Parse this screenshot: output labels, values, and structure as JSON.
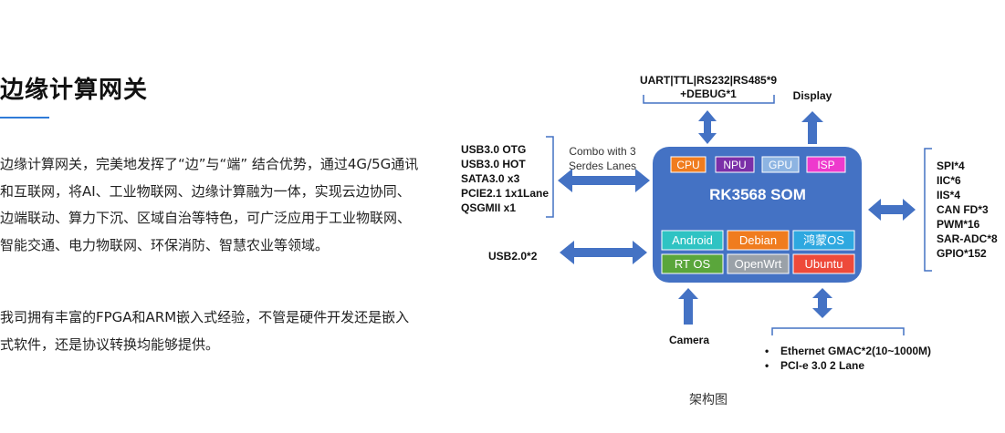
{
  "heading": "边缘计算网关",
  "paragraphs": [
    "边缘计算网关，完美地发挥了“边”与“端” 结合优势，通过4G/5G通讯和互联网，将AI、工业物联网、边缘计算融为一体，实现云边协同、边端联动、算力下沉、区域自治等特色，可广泛应用于工业物联网、智能交通、电力物联网、环保消防、智慧农业等领域。",
    "我司拥有丰富的FPGA和ARM嵌入式经验，不管是硬件开发还是嵌入式软件，还是协议转换均能够提供。"
  ],
  "diagram": {
    "soc": {
      "title": "RK3568 SOM",
      "chips": [
        {
          "label": "CPU",
          "color": "#f07c1e"
        },
        {
          "label": "NPU",
          "color": "#7b2fa8"
        },
        {
          "label": "GPU",
          "color": "#8db4e2"
        },
        {
          "label": "ISP",
          "color": "#ee3acd"
        }
      ],
      "os": [
        {
          "label": "Android",
          "color": "#2fc3c3"
        },
        {
          "label": "Debian",
          "color": "#f07c1e"
        },
        {
          "label": "鸿蒙OS",
          "color": "#2ea8e0"
        },
        {
          "label": "RT OS",
          "color": "#5aa63b"
        },
        {
          "label": "OpenWrt",
          "color": "#9aa1a8"
        },
        {
          "label": "Ubuntu",
          "color": "#ee4a3a"
        }
      ],
      "fill": "#4472c4"
    },
    "top_serial": [
      "UART|TTL|RS232|RS485*9",
      "+DEBUG*1"
    ],
    "display": "Display",
    "left_high_speed": [
      "USB3.0 OTG",
      "USB3.0 HOT",
      "SATA3.0 x3",
      "PCIE2.1 1x1Lane",
      "QSGMII x1"
    ],
    "combo_note": [
      "Combo with 3",
      "Serdes Lanes"
    ],
    "usb2": "USB2.0*2",
    "right_io": [
      "SPI*4",
      "IIC*6",
      "IIS*4",
      "CAN FD*3",
      "PWM*16",
      "SAR-ADC*8",
      "GPIO*152"
    ],
    "camera": "Camera",
    "bottom_network": [
      "Ethernet GMAC*2(10~1000M)",
      "PCI-e 3.0 2 Lane"
    ],
    "bullet": "•",
    "arrow_color": "#4472c4"
  },
  "caption": "架构图"
}
